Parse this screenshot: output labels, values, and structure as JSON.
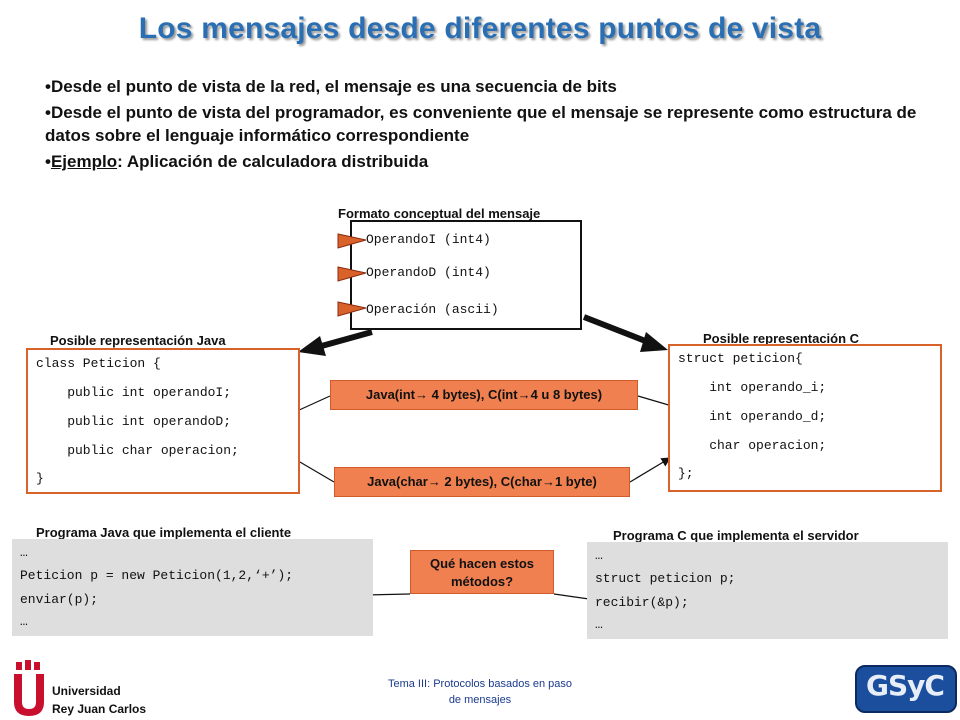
{
  "title": "Los mensajes desde diferentes puntos de vista",
  "bullets": {
    "b1": "•Desde el punto de vista de la red, el mensaje es una secuencia de bits",
    "b2": "•Desde el punto de vista del programador, es conveniente que el mensaje se represente como estructura de datos sobre el lenguaje informático correspondiente",
    "b3_prefix": "•",
    "b3_link": "Ejemplo",
    "b3_rest": ": Aplicación de calculadora distribuida"
  },
  "formato": {
    "caption": "Formato conceptual del mensaje",
    "fields": [
      "OperandoI (int4)",
      "OperandoD (int4)",
      "Operación (ascii)"
    ]
  },
  "java_repr": {
    "caption": "Posible representación Java",
    "lines": [
      "class Peticion {",
      "    public int operandoI;",
      "    public int operandoD;",
      "    public char operacion;",
      "}"
    ]
  },
  "c_repr": {
    "caption": "Posible representación C",
    "lines": [
      "struct peticion{",
      "    int operando_i;",
      "    int operando_d;",
      "    char operacion;",
      "};"
    ]
  },
  "notes": {
    "int_note": "Java(int→ 4 bytes), C(int→4 u 8 bytes)",
    "char_note": "Java(char→ 2 bytes), C(char→1 byte)",
    "question": "Qué hacen estos métodos?"
  },
  "java_client": {
    "caption": "Programa Java que implementa el cliente",
    "lines": [
      "…",
      "Peticion p = new Peticion(1,2,‘+’);",
      "enviar(p);",
      "…"
    ]
  },
  "c_server": {
    "caption": "Programa C que implementa el servidor",
    "lines": [
      "…",
      "struct peticion p;",
      "recibir(&p);",
      "…"
    ]
  },
  "footer": {
    "line1": "Tema III: Protocolos basados en paso",
    "line2": "de mensajes"
  },
  "logo_urjc": {
    "line1": "Universidad",
    "line2": "Rey Juan Carlos"
  },
  "logo_gsyc": "GSyC",
  "colors": {
    "title": "#2a6fb3",
    "accent_orange": "#f08050",
    "box_border": "#d9622b",
    "urjc_red": "#c8102e"
  }
}
